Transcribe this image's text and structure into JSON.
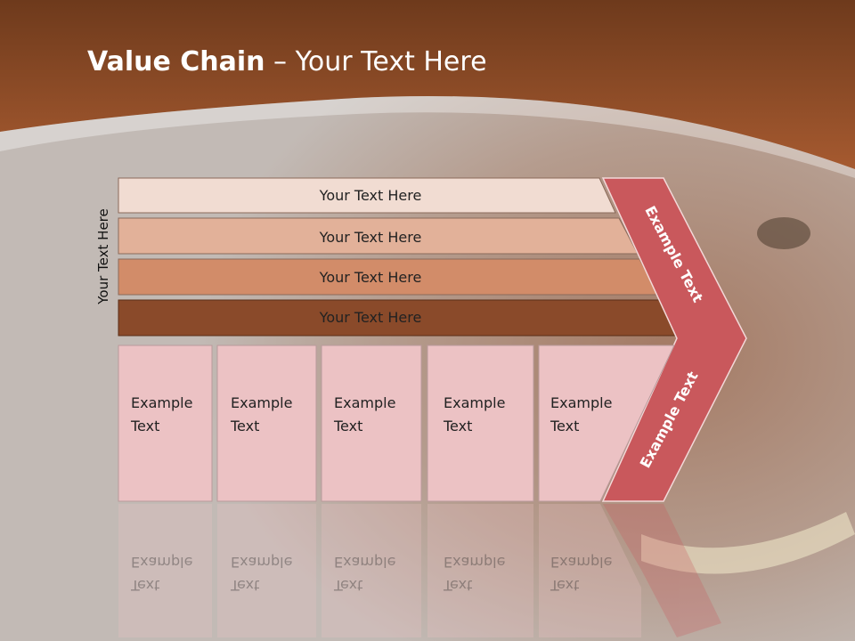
{
  "slide": {
    "title_bold": "Value Chain",
    "title_rest": " – Your Text Here",
    "side_label": "Your Text Here"
  },
  "rows": [
    {
      "label": "Your Text Here",
      "fill": "#f1dcd2"
    },
    {
      "label": "Your Text Here",
      "fill": "#e2b199"
    },
    {
      "label": "Your Text Here",
      "fill": "#d28c69"
    },
    {
      "label": "Your Text Here",
      "fill": "#8a4a2a"
    }
  ],
  "boxes": [
    {
      "line1": "Example",
      "line2": "Text"
    },
    {
      "line1": "Example",
      "line2": "Text"
    },
    {
      "line1": "Example",
      "line2": "Text"
    },
    {
      "line1": "Example",
      "line2": "Text"
    },
    {
      "line1": "Example",
      "line2": "Text"
    }
  ],
  "arrow": {
    "upper_label": "Example Text",
    "lower_label": "Example Text",
    "fill": "#c9585c"
  },
  "colors": {
    "header": "#8a4626",
    "box_fill": "#ecc2c4"
  }
}
